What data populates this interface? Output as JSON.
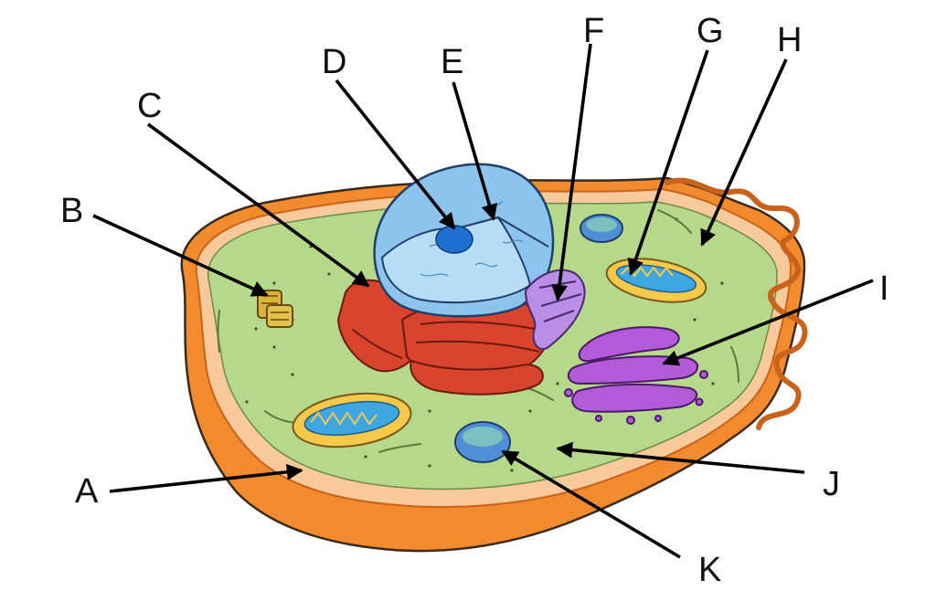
{
  "labels": {
    "A": "A",
    "B": "B",
    "C": "C",
    "D": "D",
    "E": "E",
    "F": "F",
    "G": "G",
    "H": "H",
    "I": "I",
    "J": "J",
    "K": "K"
  },
  "colors": {
    "membrane": "#f28a2e",
    "membrane_edge": "#c9621a",
    "membrane_light": "#f8c99a",
    "cytoplasm": "#b6d88a",
    "nucleus": "#8cc4ee",
    "nucleus_dark": "#5ea6dc",
    "nucleolus": "#1f6fd1",
    "rough_er": "#d9442d",
    "smooth_er": "#b98ee6",
    "golgi": "#b35ad9",
    "mitochondria_outer": "#f5c94a",
    "mitochondria_inner": "#3ea6e0",
    "centriole": "#d8b43a",
    "vesicle": "#4f8fd8"
  }
}
